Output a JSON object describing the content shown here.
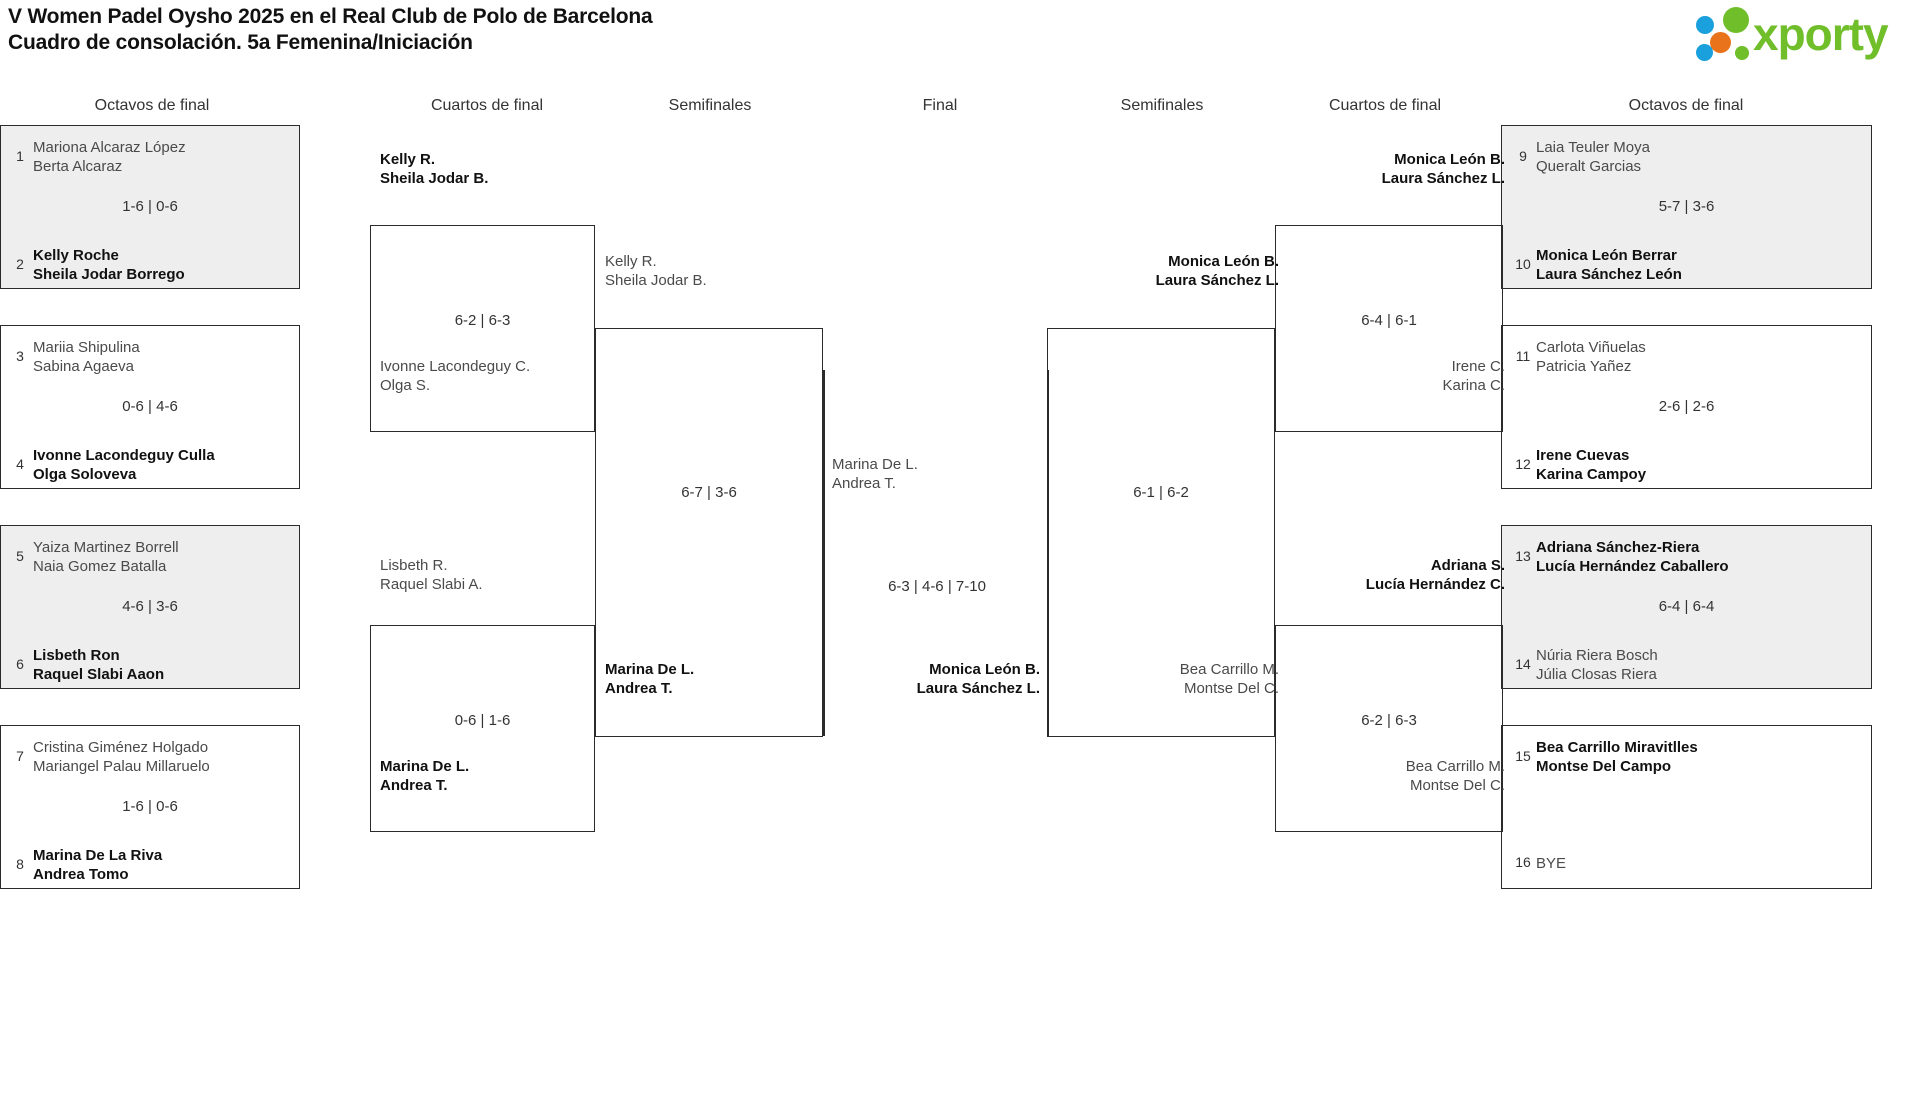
{
  "header": {
    "line1": "V Women Padel Oysho 2025 en el Real Club de Polo de Barcelona",
    "line2": "Cuadro de consolación. 5a Femenina/Iniciación"
  },
  "logo": {
    "wordmark": "xporty",
    "colors": {
      "green": "#6fbe2a",
      "blue": "#19a0dd",
      "orange": "#e8731a"
    }
  },
  "round_headers": {
    "left_r16": "Octavos de final",
    "left_qf": "Cuartos de final",
    "left_sf": "Semifinales",
    "final": "Final",
    "right_sf": "Semifinales",
    "right_qf": "Cuartos de final",
    "right_r16": "Octavos de final"
  },
  "left_r16": [
    {
      "shaded": true,
      "top": {
        "seed": "1",
        "p1": "Mariona Alcaraz López",
        "p2": "Berta Alcaraz",
        "winner": false
      },
      "bottom": {
        "seed": "2",
        "p1": "Kelly Roche",
        "p2": "Sheila Jodar Borrego",
        "winner": true
      },
      "score": "1-6 | 0-6"
    },
    {
      "shaded": false,
      "top": {
        "seed": "3",
        "p1": "Mariia Shipulina",
        "p2": "Sabina Agaeva",
        "winner": false
      },
      "bottom": {
        "seed": "4",
        "p1": "Ivonne Lacondeguy Culla",
        "p2": "Olga Soloveva",
        "winner": true
      },
      "score": "0-6 | 4-6"
    },
    {
      "shaded": true,
      "top": {
        "seed": "5",
        "p1": "Yaiza Martinez Borrell",
        "p2": "Naia Gomez Batalla",
        "winner": false
      },
      "bottom": {
        "seed": "6",
        "p1": "Lisbeth Ron",
        "p2": "Raquel Slabi Aaon",
        "winner": true
      },
      "score": "4-6 | 3-6"
    },
    {
      "shaded": false,
      "top": {
        "seed": "7",
        "p1": "Cristina Giménez Holgado",
        "p2": "Mariangel Palau Millaruelo",
        "winner": false
      },
      "bottom": {
        "seed": "8",
        "p1": "Marina De La Riva",
        "p2": "Andrea Tomo",
        "winner": true
      },
      "score": "1-6 | 0-6"
    }
  ],
  "right_r16": [
    {
      "shaded": true,
      "top": {
        "seed": "9",
        "p1": "Laia Teuler Moya",
        "p2": "Queralt Garcias",
        "winner": false
      },
      "bottom": {
        "seed": "10",
        "p1": "Monica León Berrar",
        "p2": "Laura Sánchez León",
        "winner": true
      },
      "score": "5-7 | 3-6"
    },
    {
      "shaded": false,
      "top": {
        "seed": "11",
        "p1": "Carlota Viñuelas",
        "p2": "Patricia Yañez",
        "winner": false
      },
      "bottom": {
        "seed": "12",
        "p1": "Irene Cuevas",
        "p2": "Karina Campoy",
        "winner": true
      },
      "score": "2-6 | 2-6"
    },
    {
      "shaded": true,
      "top": {
        "seed": "13",
        "p1": "Adriana Sánchez-Riera",
        "p2": "Lucía Hernández Caballero",
        "winner": true
      },
      "bottom": {
        "seed": "14",
        "p1": "Núria Riera Bosch",
        "p2": "Júlia Closas Riera",
        "winner": false
      },
      "score": "6-4 | 6-4"
    },
    {
      "shaded": false,
      "top": {
        "seed": "15",
        "p1": "Bea Carrillo Miravitlles",
        "p2": "Montse Del Campo",
        "winner": true
      },
      "bottom": {
        "seed": "16",
        "p1": "BYE",
        "p2": "",
        "winner": false
      },
      "score": ""
    }
  ],
  "left_qf": [
    {
      "score": "6-2 | 6-3",
      "top": {
        "p1": "Kelly R.",
        "p2": "Sheila Jodar B.",
        "winner": true
      },
      "bottom": {
        "p1": "Ivonne Lacondeguy C.",
        "p2": "Olga S.",
        "winner": false
      }
    },
    {
      "score": "0-6 | 1-6",
      "top": {
        "p1": "Lisbeth R.",
        "p2": "Raquel Slabi A.",
        "winner": false
      },
      "bottom": {
        "p1": "Marina De L.",
        "p2": "Andrea T.",
        "winner": true
      }
    }
  ],
  "left_sf": [
    {
      "score": "6-7 | 3-6",
      "top": {
        "p1": "Kelly R.",
        "p2": "Sheila Jodar B.",
        "winner": false
      },
      "bottom": {
        "p1": "Marina De L.",
        "p2": "Andrea T.",
        "winner": true
      }
    }
  ],
  "right_qf": [
    {
      "score": "6-4 | 6-1",
      "top": {
        "p1": "Monica León B.",
        "p2": "Laura Sánchez L.",
        "winner": true
      },
      "bottom": {
        "p1": "Irene C.",
        "p2": "Karina C.",
        "winner": false
      }
    },
    {
      "score": "6-2 | 6-3",
      "top": {
        "p1": "Adriana S.",
        "p2": "Lucía Hernández C.",
        "winner": true
      },
      "bottom": {
        "p1": "Bea Carrillo M.",
        "p2": "Montse Del C.",
        "winner": false
      }
    }
  ],
  "right_sf": [
    {
      "score": "6-1 | 6-2",
      "top": {
        "p1": "Monica León B.",
        "p2": "Laura Sánchez L.",
        "winner": true
      },
      "bottom": {
        "p1": "Bea Carrillo M.",
        "p2": "Montse Del C.",
        "winner": false
      }
    }
  ],
  "final": {
    "score": "6-3 | 4-6 | 7-10",
    "left": {
      "p1": "Marina De L.",
      "p2": "Andrea T.",
      "winner": false
    },
    "right": {
      "p1": "Monica León B.",
      "p2": "Laura Sánchez L.",
      "winner": true
    }
  }
}
